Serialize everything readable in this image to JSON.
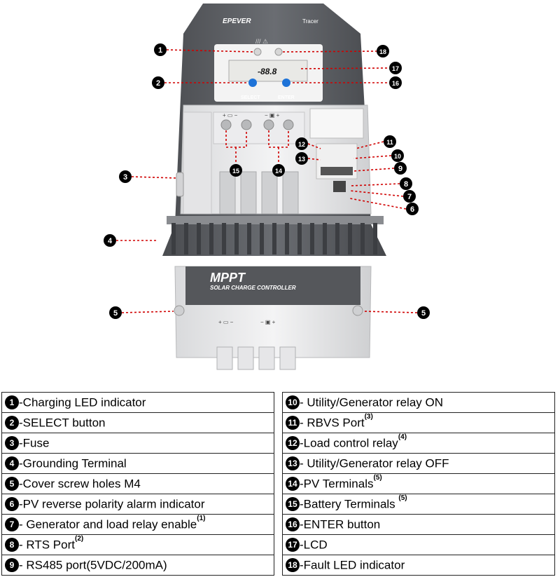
{
  "device": {
    "brand": "EPEVER",
    "model": "Tracer",
    "lcd_readout": "-88.8",
    "select_label": "SELECT",
    "enter_label": "ENTER",
    "cover_title": "MPPT",
    "cover_subtitle": "SOLAR CHARGE CONTROLLER"
  },
  "callouts": [
    "1",
    "2",
    "3",
    "4",
    "5",
    "5",
    "6",
    "7",
    "8",
    "9",
    "10",
    "11",
    "12",
    "13",
    "14",
    "15",
    "16",
    "17",
    "18"
  ],
  "legend": {
    "left": [
      {
        "num": "1",
        "label": "-Charging LED indicator",
        "note": ""
      },
      {
        "num": "2",
        "label": "-SELECT button",
        "note": ""
      },
      {
        "num": "3",
        "label": "-Fuse",
        "note": ""
      },
      {
        "num": "4",
        "label": "-Grounding Terminal",
        "note": ""
      },
      {
        "num": "5",
        "label": "-Cover screw holes M4",
        "note": ""
      },
      {
        "num": "6",
        "label": "-PV reverse polarity alarm indicator",
        "note": ""
      },
      {
        "num": "7",
        "label": "- Generator and load relay enable",
        "note": "(1)"
      },
      {
        "num": "8",
        "label": "- RTS Port",
        "note": "(2)"
      },
      {
        "num": "9",
        "label": "- RS485 port(5VDC/200mA)",
        "note": ""
      }
    ],
    "right": [
      {
        "num": "10",
        "label": "- Utility/Generator relay ON",
        "note": ""
      },
      {
        "num": "11",
        "label": "- RBVS Port",
        "note": "(3)"
      },
      {
        "num": "12",
        "label": "-Load control relay",
        "note": "(4)"
      },
      {
        "num": "13",
        "label": "- Utility/Generator relay OFF",
        "note": ""
      },
      {
        "num": "14",
        "label": "-PV Terminals",
        "note": "(5)"
      },
      {
        "num": "15",
        "label": "-Battery Terminals ",
        "note": "(5)"
      },
      {
        "num": "16",
        "label": "-ENTER button",
        "note": ""
      },
      {
        "num": "17",
        "label": "-LCD",
        "note": ""
      },
      {
        "num": "18",
        "label": "-Fault LED indicator",
        "note": ""
      }
    ]
  }
}
